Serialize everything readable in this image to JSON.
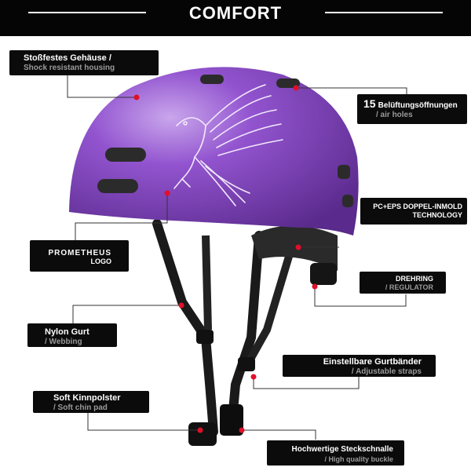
{
  "header": {
    "title": "COMFORT"
  },
  "callouts": [
    {
      "id": "shell",
      "line1": "Stoßfestes Gehäuse /",
      "line2": "Shock resistant housing"
    },
    {
      "id": "vents",
      "count": "15",
      "line1": "Belüftungsöffnungen",
      "line2": "/ air holes"
    },
    {
      "id": "inmold",
      "line1": "PC+EPS DOPPEL-INMOLD",
      "line2": "TECHNOLOGY"
    },
    {
      "id": "logo",
      "line1": "PROMETHEUS",
      "line2": "LOGO"
    },
    {
      "id": "dial",
      "line1": "DREHRING",
      "line2": "/ REGULATOR"
    },
    {
      "id": "nylon",
      "line1": "Nylon Gurt",
      "line2": "/ Webbing"
    },
    {
      "id": "straps",
      "line1": "Einstellbare Gurtbänder",
      "line2": "/ Adjustable straps"
    },
    {
      "id": "chinpad",
      "line1": "Soft Kinnpolster",
      "line2": "/ Soft chin pad"
    },
    {
      "id": "buckle",
      "line1": "Hochwertige Steckschnalle",
      "line2": "/ High quality buckle"
    }
  ],
  "colors": {
    "header_bg": "#050505",
    "label_bg": "#0b0b0b",
    "helmet": "#8a4fc4",
    "dot": "#e0102a",
    "strap": "#1a1a1a"
  }
}
